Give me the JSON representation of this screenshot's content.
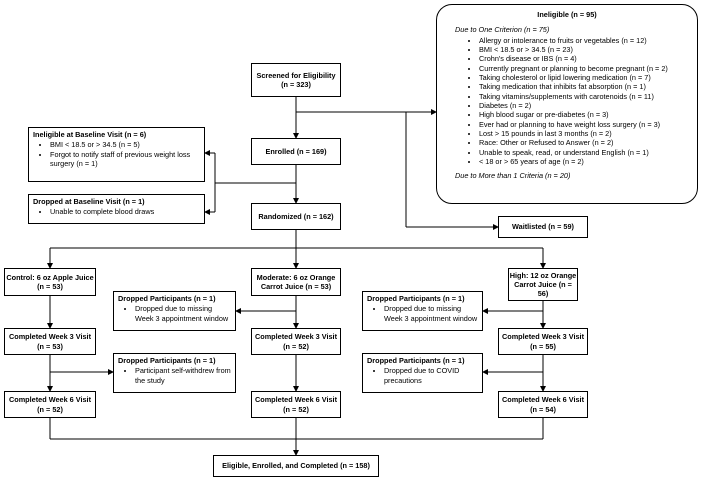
{
  "screened": {
    "title": "Screened for Eligibility",
    "n": "(n = 323)"
  },
  "enrolled": {
    "title": "Enrolled (n = 169)"
  },
  "randomized": {
    "title": "Randomized (n = 162)"
  },
  "waitlisted": {
    "title": "Waitlisted (n = 59)"
  },
  "ineligible_baseline": {
    "title": "Ineligible at Baseline Visit (n = 6)",
    "items": [
      "BMI < 18.5 or > 34.5 (n = 5)",
      "Forgot to notify staff of previous weight loss surgery (n = 1)"
    ]
  },
  "dropped_baseline": {
    "title": "Dropped at Baseline Visit (n = 1)",
    "items": [
      "Unable to complete blood draws"
    ]
  },
  "ineligible": {
    "title": "Ineligible (n = 95)",
    "one_criterion": "Due to One Criterion (n = 75)",
    "items": [
      "Allergy or intolerance to fruits or vegetables (n = 12)",
      "BMI < 18.5 or > 34.5 (n = 23)",
      "Crohn's disease or IBS (n = 4)",
      "Currently pregnant or planning to become pregnant (n = 2)",
      "Taking cholesterol or lipid lowering medication (n = 7)",
      "Taking medication that inhibits fat absorption (n = 1)",
      "Taking vitamins/supplements with carotenoids (n = 11)",
      "Diabetes (n = 2)",
      "High blood sugar or pre-diabetes (n = 3)",
      "Ever had or planning to have weight loss surgery (n = 3)",
      "Lost > 15 pounds in last 3 months (n = 2)",
      "Race: Other or Refused to Answer (n = 2)",
      "Unable to speak, read, or understand English (n = 1)",
      "< 18 or > 65 years of age (n = 2)"
    ],
    "more_criteria": "Due to More than 1 Criteria (n = 20)"
  },
  "control": {
    "title": "Control: 6 oz Apple Juice",
    "n": "(n = 53)",
    "week3": "Completed Week 3 Visit (n = 53)",
    "week6": "Completed Week 6 Visit (n = 52)"
  },
  "moderate": {
    "title": "Moderate: 6 oz Orange Carrot Juice (n = 53)",
    "week3": "Completed Week 3 Visit (n = 52)",
    "week6": "Completed Week 6 Visit (n = 52)"
  },
  "high": {
    "title": "High: 12 oz Orange Carrot Juice (n = 56)",
    "week3": "Completed Week 3 Visit (n = 55)",
    "week6": "Completed Week 6 Visit (n = 54)"
  },
  "dropped_moderate": {
    "title": "Dropped Participants (n = 1)",
    "items": [
      "Dropped due to missing Week 3 appointment window"
    ]
  },
  "dropped_control": {
    "title": "Dropped Participants (n = 1)",
    "items": [
      "Participant self-withdrew from the study"
    ]
  },
  "dropped_high_1": {
    "title": "Dropped Participants (n = 1)",
    "items": [
      "Dropped due to missing Week 3 appointment window"
    ]
  },
  "dropped_high_2": {
    "title": "Dropped Participants (n = 1)",
    "items": [
      "Dropped due to COVID precautions"
    ]
  },
  "final": {
    "title": "Eligible, Enrolled, and Completed (n = 158)"
  }
}
